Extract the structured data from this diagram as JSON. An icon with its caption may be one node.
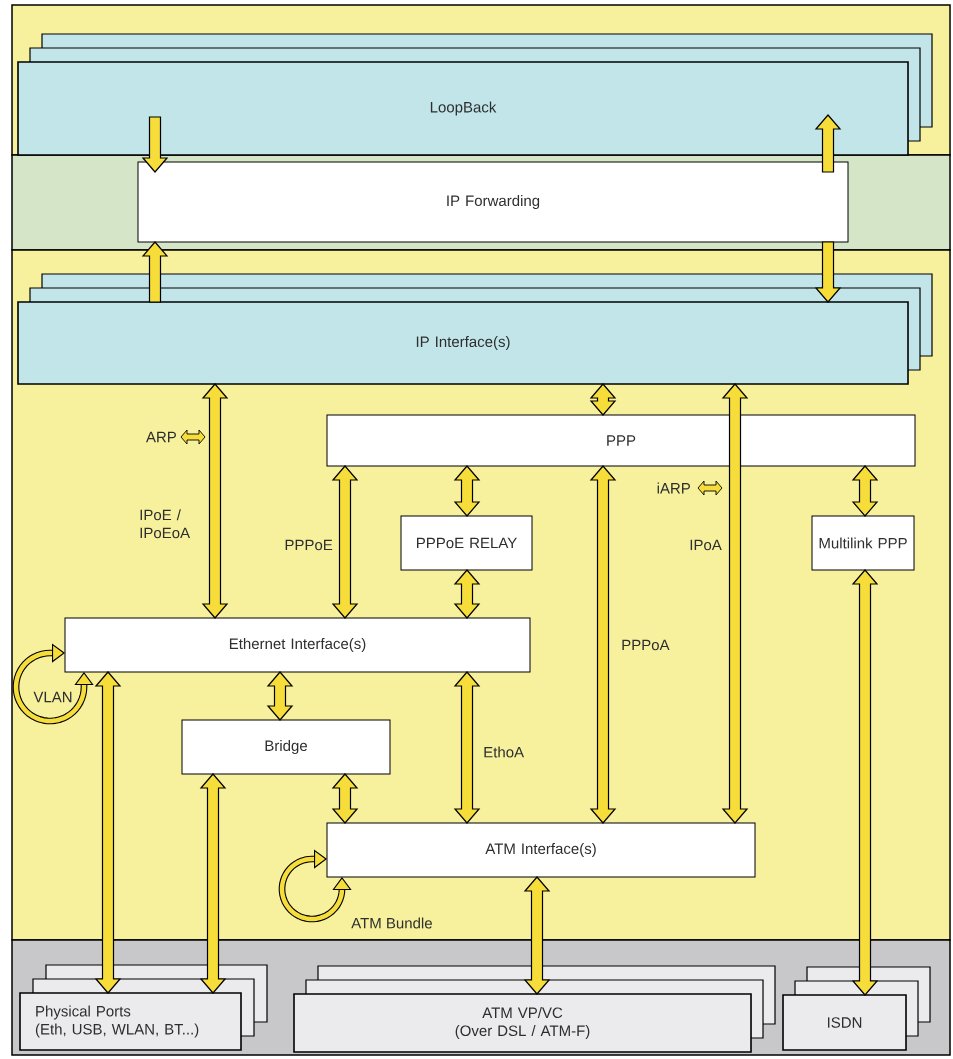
{
  "diagram": {
    "nodes": [
      {
        "text": [
          "LoopBack"
        ]
      },
      {
        "text": [
          "IP Forwarding"
        ]
      },
      {
        "text": [
          "IP Interface(s)"
        ]
      },
      {
        "text": [
          "PPP"
        ]
      },
      {
        "text": [
          "PPPoE RELAY"
        ]
      },
      {
        "text": [
          "Multilink PPP"
        ]
      },
      {
        "text": [
          "Ethernet Interface(s)"
        ]
      },
      {
        "text": [
          "Bridge"
        ]
      },
      {
        "text": [
          "ATM Interface(s)"
        ]
      },
      {
        "text": [
          "Physical Ports",
          "(Eth, USB, WLAN, BT...)"
        ]
      },
      {
        "text": [
          "ATM VP/VC",
          "(Over DSL / ATM-F)"
        ]
      },
      {
        "text": [
          "ISDN"
        ]
      }
    ],
    "edges": [
      {
        "from": 0,
        "to": 1,
        "arrow": "to"
      },
      {
        "from": 1,
        "to": 0,
        "arrow": "to"
      },
      {
        "from": 2,
        "to": 1,
        "arrow": "to"
      },
      {
        "from": 1,
        "to": 2,
        "arrow": "to"
      },
      {
        "from": 2,
        "to": 6,
        "arrow": "both",
        "label": "IPoE / IPoEoA"
      },
      {
        "from": 2,
        "to": 3,
        "arrow": "both"
      },
      {
        "from": 2,
        "to": 8,
        "arrow": "both",
        "label": "IPoA"
      },
      {
        "from": 3,
        "to": 6,
        "arrow": "both",
        "label": "PPPoE"
      },
      {
        "from": 3,
        "to": 4,
        "arrow": "both"
      },
      {
        "from": 3,
        "to": 8,
        "arrow": "both",
        "label": "PPPoA"
      },
      {
        "from": 3,
        "to": 5,
        "arrow": "both"
      },
      {
        "from": 4,
        "to": 6,
        "arrow": "both"
      },
      {
        "from": 5,
        "to": 11,
        "arrow": "both"
      },
      {
        "from": 6,
        "to": 6,
        "arrow": "both",
        "label": "VLAN"
      },
      {
        "from": 6,
        "to": 7,
        "arrow": "both"
      },
      {
        "from": 6,
        "to": 8,
        "arrow": "both",
        "label": "EthoA"
      },
      {
        "from": 6,
        "to": 9,
        "arrow": "both"
      },
      {
        "from": 7,
        "to": 8,
        "arrow": "both"
      },
      {
        "from": 7,
        "to": 9,
        "arrow": "both"
      },
      {
        "from": 8,
        "to": 8,
        "arrow": "both",
        "label": "ATM Bundle"
      },
      {
        "from": 8,
        "to": 10,
        "arrow": "both"
      }
    ],
    "labels": [
      "ARP",
      "iARP"
    ]
  }
}
